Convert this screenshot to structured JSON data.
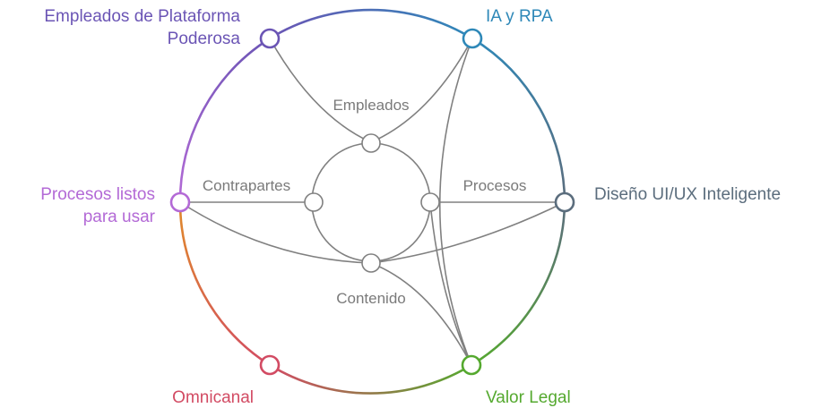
{
  "outer_nodes": [
    {
      "id": "empleados-plataforma",
      "lines": [
        "Empleados de Plataforma",
        "Poderosa"
      ],
      "color": "#6b55b5"
    },
    {
      "id": "ia-rpa",
      "lines": [
        "IA y RPA"
      ],
      "color": "#2e88b8"
    },
    {
      "id": "diseno-ui-ux",
      "lines": [
        "Diseño UI/UX Inteligente"
      ],
      "color": "#5b6d7d"
    },
    {
      "id": "valor-legal",
      "lines": [
        "Valor Legal"
      ],
      "color": "#55a92f"
    },
    {
      "id": "omnicanal",
      "lines": [
        "Omnicanal"
      ],
      "color": "#d24b63"
    },
    {
      "id": "procesos-listos",
      "lines": [
        "Procesos listos",
        "para usar"
      ],
      "color": "#b36ad6"
    }
  ],
  "inner_nodes": [
    {
      "id": "empleados",
      "label": "Empleados"
    },
    {
      "id": "procesos",
      "label": "Procesos"
    },
    {
      "id": "contenido",
      "label": "Contenido"
    },
    {
      "id": "contrapartes",
      "label": "Contrapartes"
    }
  ],
  "ring_colors": [
    "#6b55b5",
    "#2e88b8",
    "#5b6d7d",
    "#55a92f",
    "#d24b63",
    "#e08a2a",
    "#b36ad6"
  ],
  "link_color": "#808080"
}
